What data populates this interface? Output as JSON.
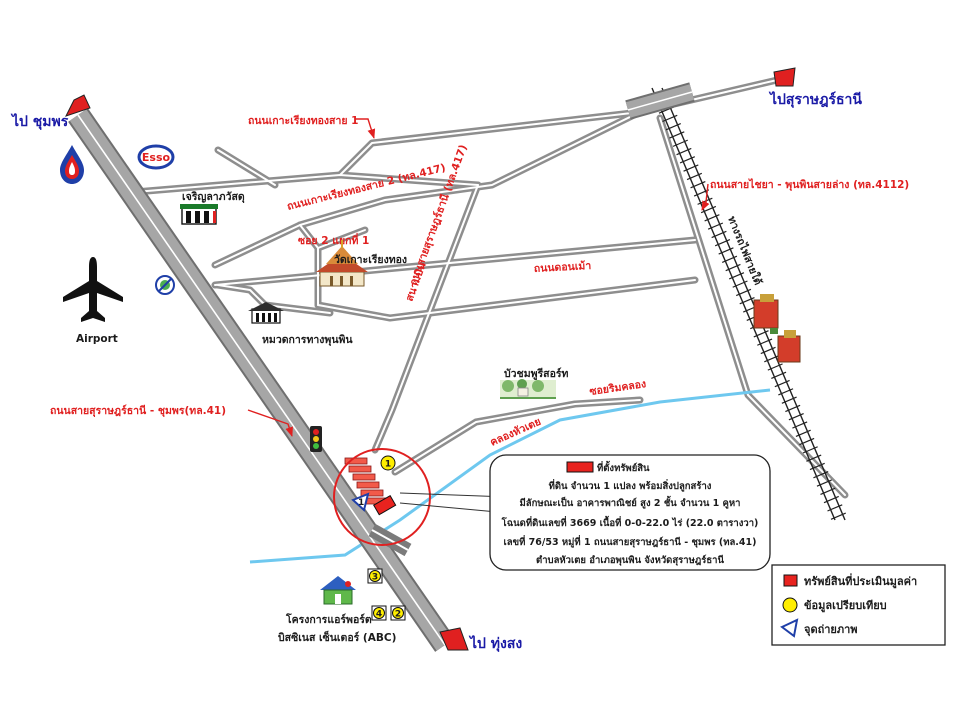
{
  "directions": {
    "chumphon": "ไป ชุมพร",
    "surat_thani": "ไปสุราษฎร์ธานี",
    "thung_song": "ไป ทุ่งสง"
  },
  "roads": {
    "ko_rianthong_1": "ถนนเกาะเรียงทองสาย 1",
    "ko_rianthong_2": "ถนนเกาะเรียงทองสาย 2 (ทล.417)",
    "chaiya_phunphin": "ถนนสายไชยา - พุนพินสายล่าง (ทล.4112)",
    "soi_2_yaek_1": "ซอย 2 แยกที่ 1",
    "don_mao": "ถนนดอนเม้า",
    "sanambin": "สนามบิน",
    "surat_phunphin_417": "ถนนสายสุราษฎร์ธานี (ทล.417)",
    "highway_41": "ถนนสายสุราษฎร์ธานี - ชุมพร(ทล.41)",
    "soi_rimkhlong": "ซอยริมคลอง",
    "khlong_huatoei": "คลองหัวเตย",
    "railway": "ทางรถไฟสายใต้"
  },
  "places": {
    "charoen": "เจริญลาภวัสดุ",
    "wat": "วัดเกาะเรียงทอง",
    "highway_office": "หมวดการทางพุนพิน",
    "resort": "บัวชมพูรีสอร์ท",
    "airport": "Airport",
    "abc_line1": "โครงการแอร์พอร์ต",
    "abc_line2": "บิสซิเนส เซ็นเตอร์ (ABC)",
    "esso": "Esso"
  },
  "info_box": {
    "title": "ที่ตั้งทรัพย์สิน",
    "lines": [
      "ที่ดิน จำนวน 1 แปลง พร้อมสิ่งปลูกสร้าง",
      "มีลักษณะเป็น อาคารพาณิชย์ สูง 2 ชั้น จำนวน 1 คูหา",
      "โฉนดที่ดินเลขที่ 3669 เนื้อที่ 0-0-22.0 ไร่ (22.0 ตารางวา)",
      "เลขที่ 76/53 หมู่ที่ 1 ถนนสายสุราษฎร์ธานี - ชุมพร (ทล.41)",
      "ตำบลหัวเตย อำเภอพุนพิน จังหวัดสุราษฎร์ธานี"
    ]
  },
  "legend": {
    "subject": "ทรัพย์สินที่ประเมินมูลค่า",
    "comparable": "ข้อมูลเปรียบเทียบ",
    "photo_point": "จุดถ่ายภาพ"
  },
  "comparables": [
    "1",
    "2",
    "3",
    "4"
  ],
  "photo_point_number": "1",
  "colors": {
    "road": "#9b9b9b",
    "road_edge": "#777777",
    "label_red": "#e02020",
    "label_blue": "#1a1aa6",
    "canal": "#6ec8ef",
    "subject": "#e8231f",
    "comparable": "#ffee00"
  },
  "icons": [
    "airplane-icon",
    "ptt-drop-icon",
    "esso-logo-icon",
    "traffic-light-icon",
    "highway-sign-icon",
    "temple-icon",
    "building-icon",
    "train-station-icon",
    "house-icon",
    "tree-icon",
    "camera-point-icon"
  ]
}
